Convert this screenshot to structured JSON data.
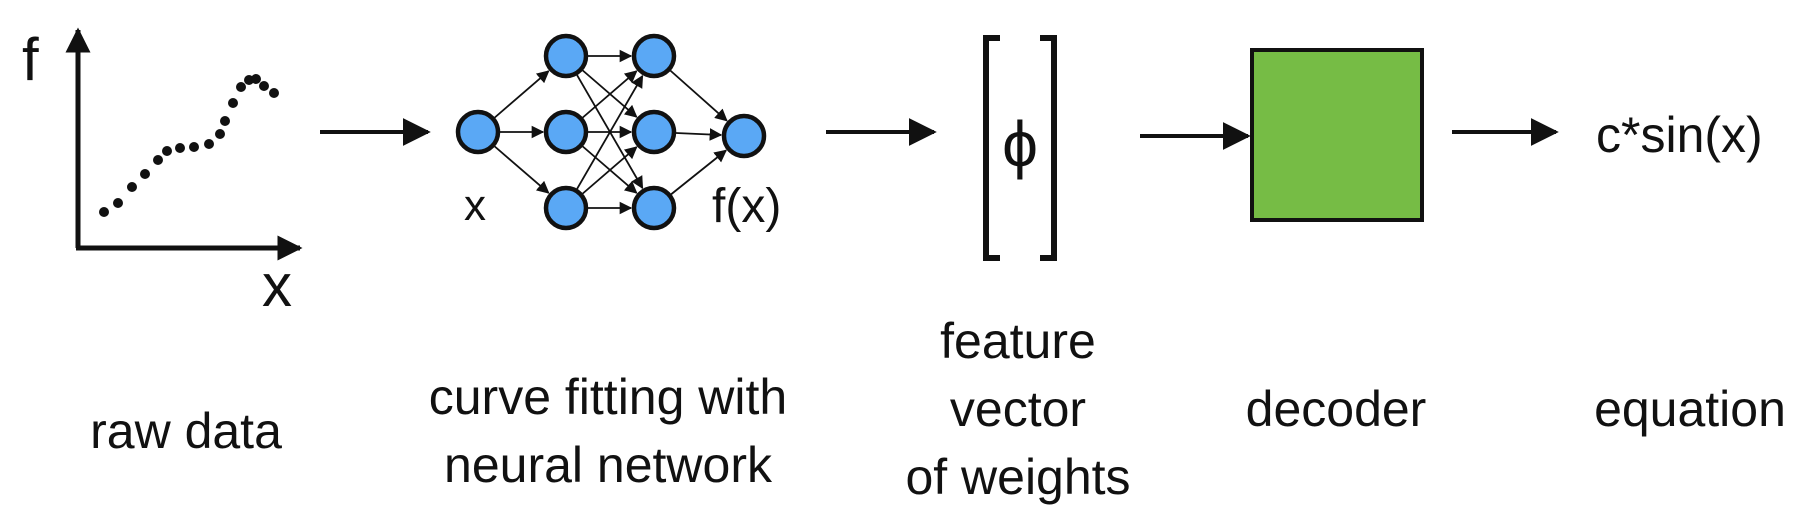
{
  "stages": {
    "raw_data": {
      "caption": "raw data",
      "axis_y_label": "f",
      "axis_x_label": "x"
    },
    "network": {
      "caption_line1": "curve fitting with",
      "caption_line2": "neural network",
      "input_label": "x",
      "output_label": "f(x)",
      "node_color": "#5aa8f5"
    },
    "feature_vector": {
      "caption_line1": "feature",
      "caption_line2": "vector",
      "caption_line3": "of weights",
      "symbol": "ϕ"
    },
    "decoder": {
      "caption": "decoder",
      "box_color": "#76bc45"
    },
    "equation": {
      "caption": "equation",
      "expression": "c*sin(x)"
    }
  }
}
